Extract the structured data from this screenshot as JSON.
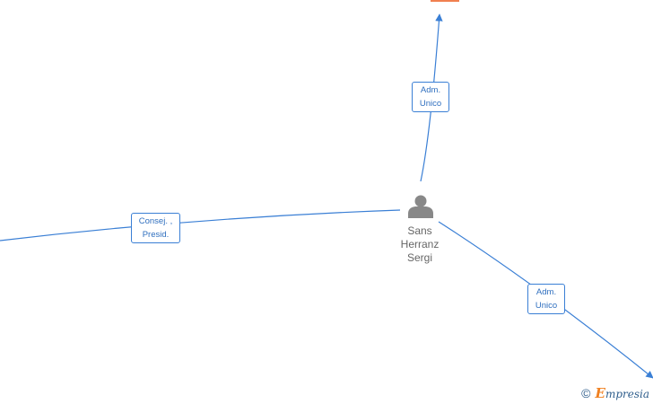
{
  "person": {
    "name_lines": [
      "Sans",
      "Herranz",
      "Sergi"
    ],
    "icon": "person-icon"
  },
  "relations": [
    {
      "label_lines": [
        "Adm.",
        "Unico"
      ],
      "target": "top"
    },
    {
      "label_lines": [
        "Consej. ,",
        "Presid."
      ],
      "target": "left"
    },
    {
      "label_lines": [
        "Adm.",
        "Unico"
      ],
      "target": "bottom-right"
    }
  ],
  "watermark": {
    "copyright": "©",
    "brand_initial": "E",
    "brand_rest": "mpresia"
  },
  "colors": {
    "edge": "#3a7fd5",
    "label": "#2f6fbf",
    "person": "#888888",
    "node_accent": "#f08050"
  }
}
